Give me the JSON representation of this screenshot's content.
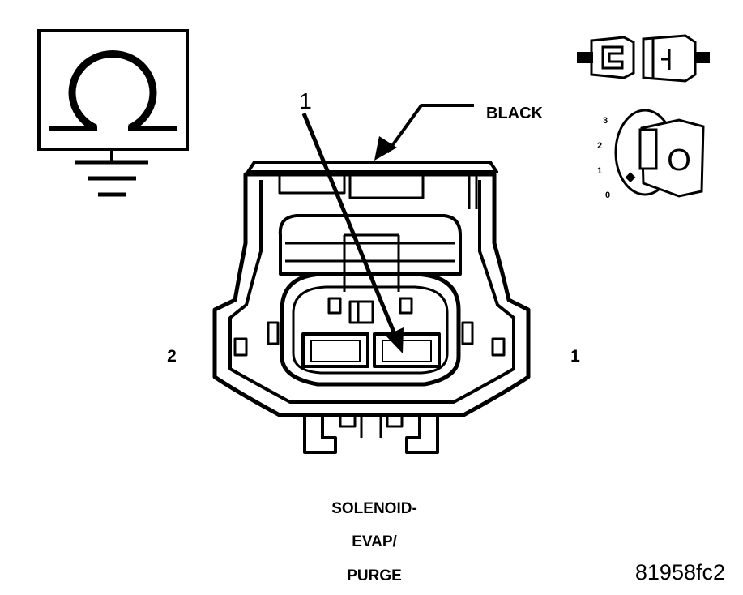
{
  "callout_number": "1",
  "color_label": "BLACK",
  "pin_labels": {
    "left": "2",
    "right": "1"
  },
  "ignition_positions": [
    "3",
    "2",
    "1",
    "0"
  ],
  "key_label": "O",
  "component_name": [
    "SOLENOID-",
    "EVAP/",
    "PURGE"
  ],
  "figure_id": "81958fc2",
  "icons": {
    "meter": "ohmmeter-ground-icon",
    "connector": "disconnect-connector-icon",
    "ignition": "ignition-key-off-icon"
  }
}
